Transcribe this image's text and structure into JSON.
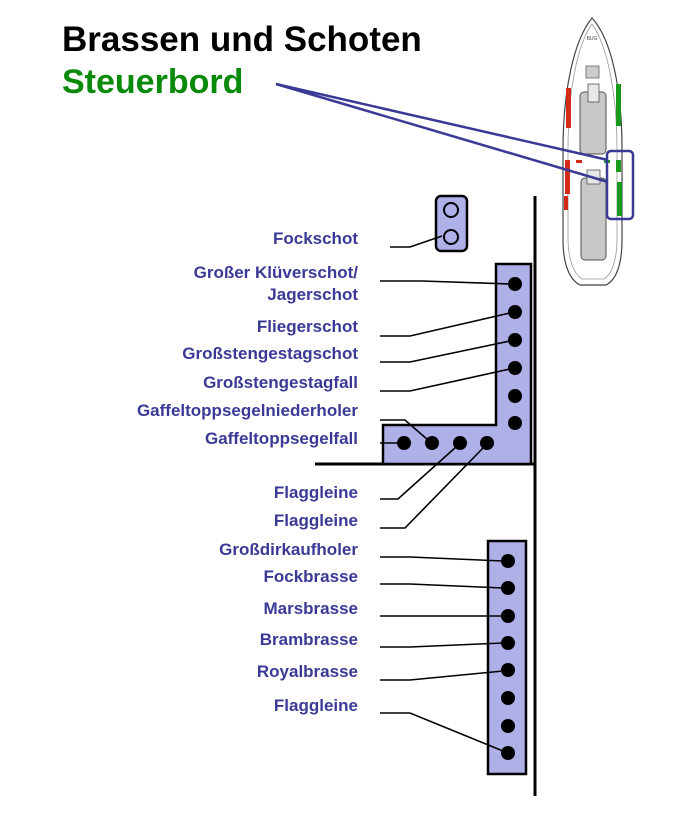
{
  "title": "Brassen und Schoten",
  "subtitle": "Steuerbord",
  "colors": {
    "title": "#000000",
    "subtitle": "#0a8a0a",
    "label": "#3a3a96",
    "pin_fill": "#b0b0e8",
    "pin_dot": "#000000",
    "pointer": "#3a3a96",
    "port": "#d42a1a",
    "starboard": "#1a9a1a"
  },
  "labels": [
    {
      "id": "fockschot",
      "text": "Fockschot"
    },
    {
      "id": "grosser-kluever-1",
      "text": "Großer Klüverschot/"
    },
    {
      "id": "grosser-kluever-2",
      "text": "Jagerschot"
    },
    {
      "id": "fliegerschot",
      "text": "Fliegerschot"
    },
    {
      "id": "grossstengestagschot",
      "text": "Großstengestagschot"
    },
    {
      "id": "grossstengestagfall",
      "text": "Großstengestagfall"
    },
    {
      "id": "gaffeltoppsegelniederholer",
      "text": "Gaffeltoppsegelniederholer"
    },
    {
      "id": "gaffeltoppsegelfall",
      "text": "Gaffeltoppsegelfall"
    },
    {
      "id": "flaggleine-1",
      "text": "Flaggleine"
    },
    {
      "id": "flaggleine-2",
      "text": "Flaggleine"
    },
    {
      "id": "grossdirkaufholer",
      "text": "Großdirkaufholer"
    },
    {
      "id": "fockbrasse",
      "text": "Fockbrasse"
    },
    {
      "id": "marsbrasse",
      "text": "Marsbrasse"
    },
    {
      "id": "brambrasse",
      "text": "Brambrasse"
    },
    {
      "id": "royalbrasse",
      "text": "Royalbrasse"
    },
    {
      "id": "flaggleine-3",
      "text": "Flaggleine"
    }
  ],
  "ship_plan_text": "BUG"
}
